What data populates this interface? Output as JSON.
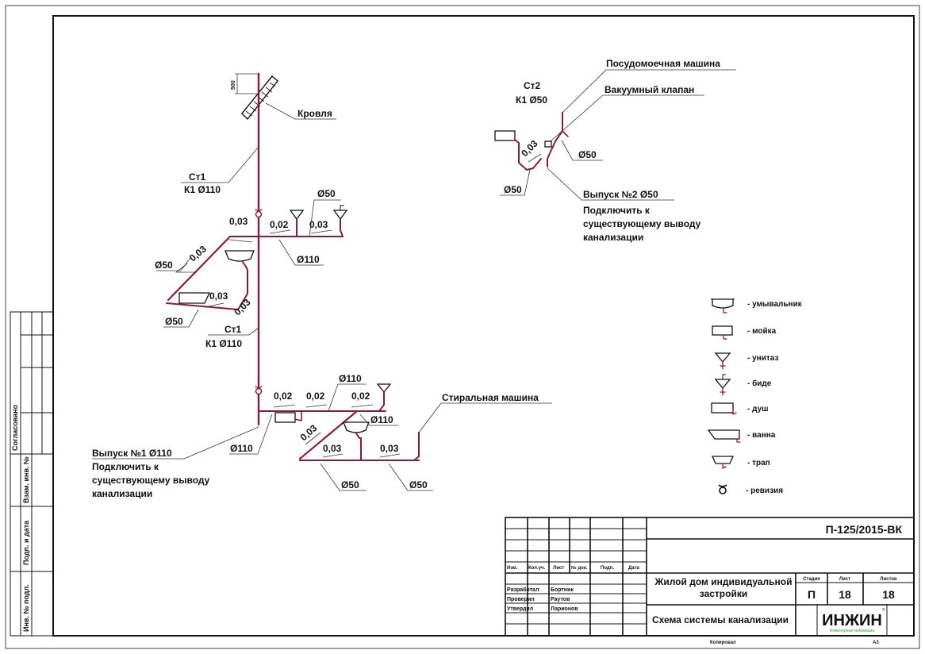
{
  "drawing": {
    "colors": {
      "pipe": "#8b1a3a",
      "line": "#111111",
      "logo_text": "#111111",
      "logo_sub": "#2f9a3a"
    },
    "riser1": {
      "roof_label": "Кровля",
      "roof_dim": "500",
      "upper_label_line1": "Ст1",
      "upper_label_line2": "К1 Ø110",
      "lower_label_line1": "Ст1",
      "lower_label_line2": "К1 Ø110"
    },
    "upper_branch": {
      "slope_left_top": "0,03",
      "slope_diag": "0,03",
      "slope_mid": "0,02",
      "slope_right": "0,03",
      "slope_bath": "0,03",
      "slope_riser_diag": "0,03",
      "dia_left_top": "Ø50",
      "dia_left_bottom": "Ø50",
      "dia_right_top": "Ø50",
      "dia_main": "Ø110"
    },
    "lower_branch": {
      "slope_1": "0,02",
      "slope_2": "0,02",
      "slope_3": "0,02",
      "slope_diag": "0,03",
      "slope_bottom_left": "0,03",
      "slope_bottom_right": "0,03",
      "dia_top": "Ø110",
      "dia_right": "Ø110",
      "dia_left": "Ø110",
      "dia_bottom_left": "Ø50",
      "dia_bottom_right": "Ø50",
      "washing_machine": "Стиральная машина",
      "outlet_title": "Выпуск №1 Ø110",
      "outlet_note": [
        "Подключить к",
        "существующему выводу",
        "канализации"
      ]
    },
    "riser2": {
      "label_line1": "Ст2",
      "label_line2": "К1 Ø50",
      "dishwasher": "Посудомоечная машина",
      "vacuum_valve": "Вакуумный клапан",
      "slope": "0,03",
      "dia_right": "Ø50",
      "dia_left": "Ø50",
      "outlet_title": "Выпуск №2 Ø50",
      "outlet_note": [
        "Подключить к",
        "существующему выводу",
        "канализации"
      ]
    },
    "legend": [
      {
        "icon": "washbasin-icon",
        "label": "- умывальник"
      },
      {
        "icon": "sink-icon",
        "label": "- мойка"
      },
      {
        "icon": "toilet-icon",
        "label": "- унитаз"
      },
      {
        "icon": "bidet-icon",
        "label": "- биде"
      },
      {
        "icon": "shower-icon",
        "label": "- душ"
      },
      {
        "icon": "bathtub-icon",
        "label": "- ванна"
      },
      {
        "icon": "floor-drain-icon",
        "label": "- трап"
      },
      {
        "icon": "revision-icon",
        "label": "- ревизия"
      }
    ]
  },
  "side_stamp": {
    "agreed": "Согласовано",
    "cells": [
      "Взам. инв. №",
      "Подп. и дата",
      "Инв. № подл."
    ]
  },
  "title_block": {
    "doc_code": "П-125/2015-ВК",
    "headers": [
      "Изм.",
      "Кол.уч.",
      "Лист",
      "№ док.",
      "Подп.",
      "Дата"
    ],
    "roles": [
      {
        "role": "Разработал",
        "name": "Бортник"
      },
      {
        "role": "Проверил",
        "name": "Раутов"
      },
      {
        "role": "Утвердил",
        "name": "Ларионов"
      }
    ],
    "project": [
      "Жилой дом индивидуальной",
      "застройки"
    ],
    "sheet_title": "Схема системы канализации",
    "stage_header": "Стадия",
    "sheet_header": "Лист",
    "sheets_header": "Листов",
    "stage": "П",
    "sheet": "18",
    "sheets": "18",
    "logo_text": "ИНЖИН",
    "logo_sub": "Инженерные инновации",
    "copied": "Копировал",
    "format": "А3"
  }
}
